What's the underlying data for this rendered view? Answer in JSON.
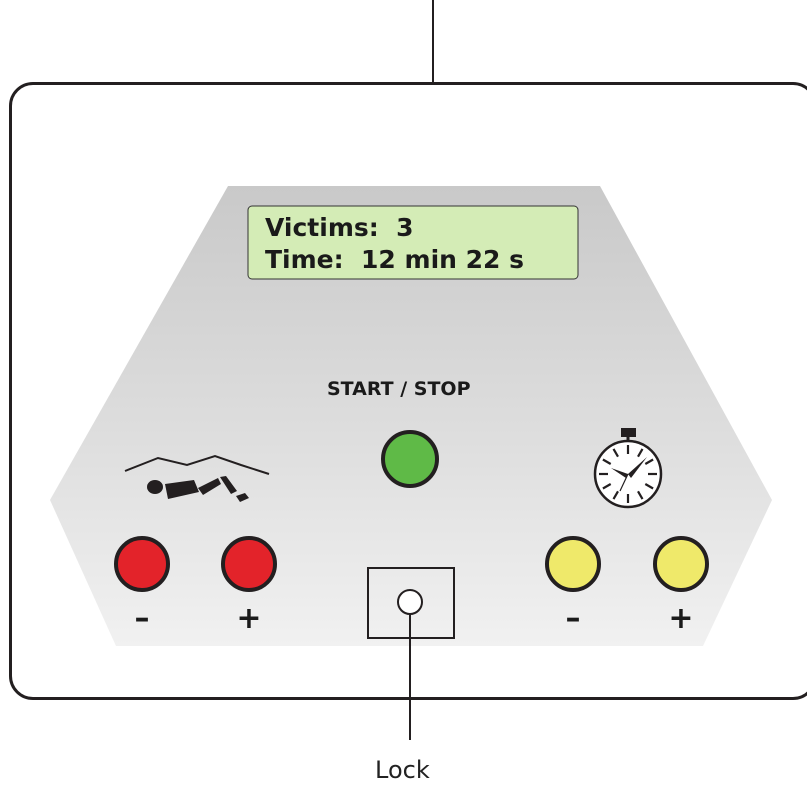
{
  "lcd": {
    "victims_line": "Victims:  3",
    "time_line": "Time:  12 min 22 s"
  },
  "start_stop_label": "START / STOP",
  "victims_controls": {
    "minus": "–",
    "plus": "+"
  },
  "timer_controls": {
    "minus": "–",
    "plus": "+"
  },
  "callouts": {
    "lock": "Lock"
  },
  "icons": {
    "victims": "lying-person-icon",
    "timer": "stopwatch-icon"
  },
  "colors": {
    "victims_buttons": "#e3232a",
    "timer_buttons": "#efe96a",
    "start_button": "#5fba47",
    "lcd_background": "#d4ecb6",
    "panel_outline": "#231f20"
  }
}
